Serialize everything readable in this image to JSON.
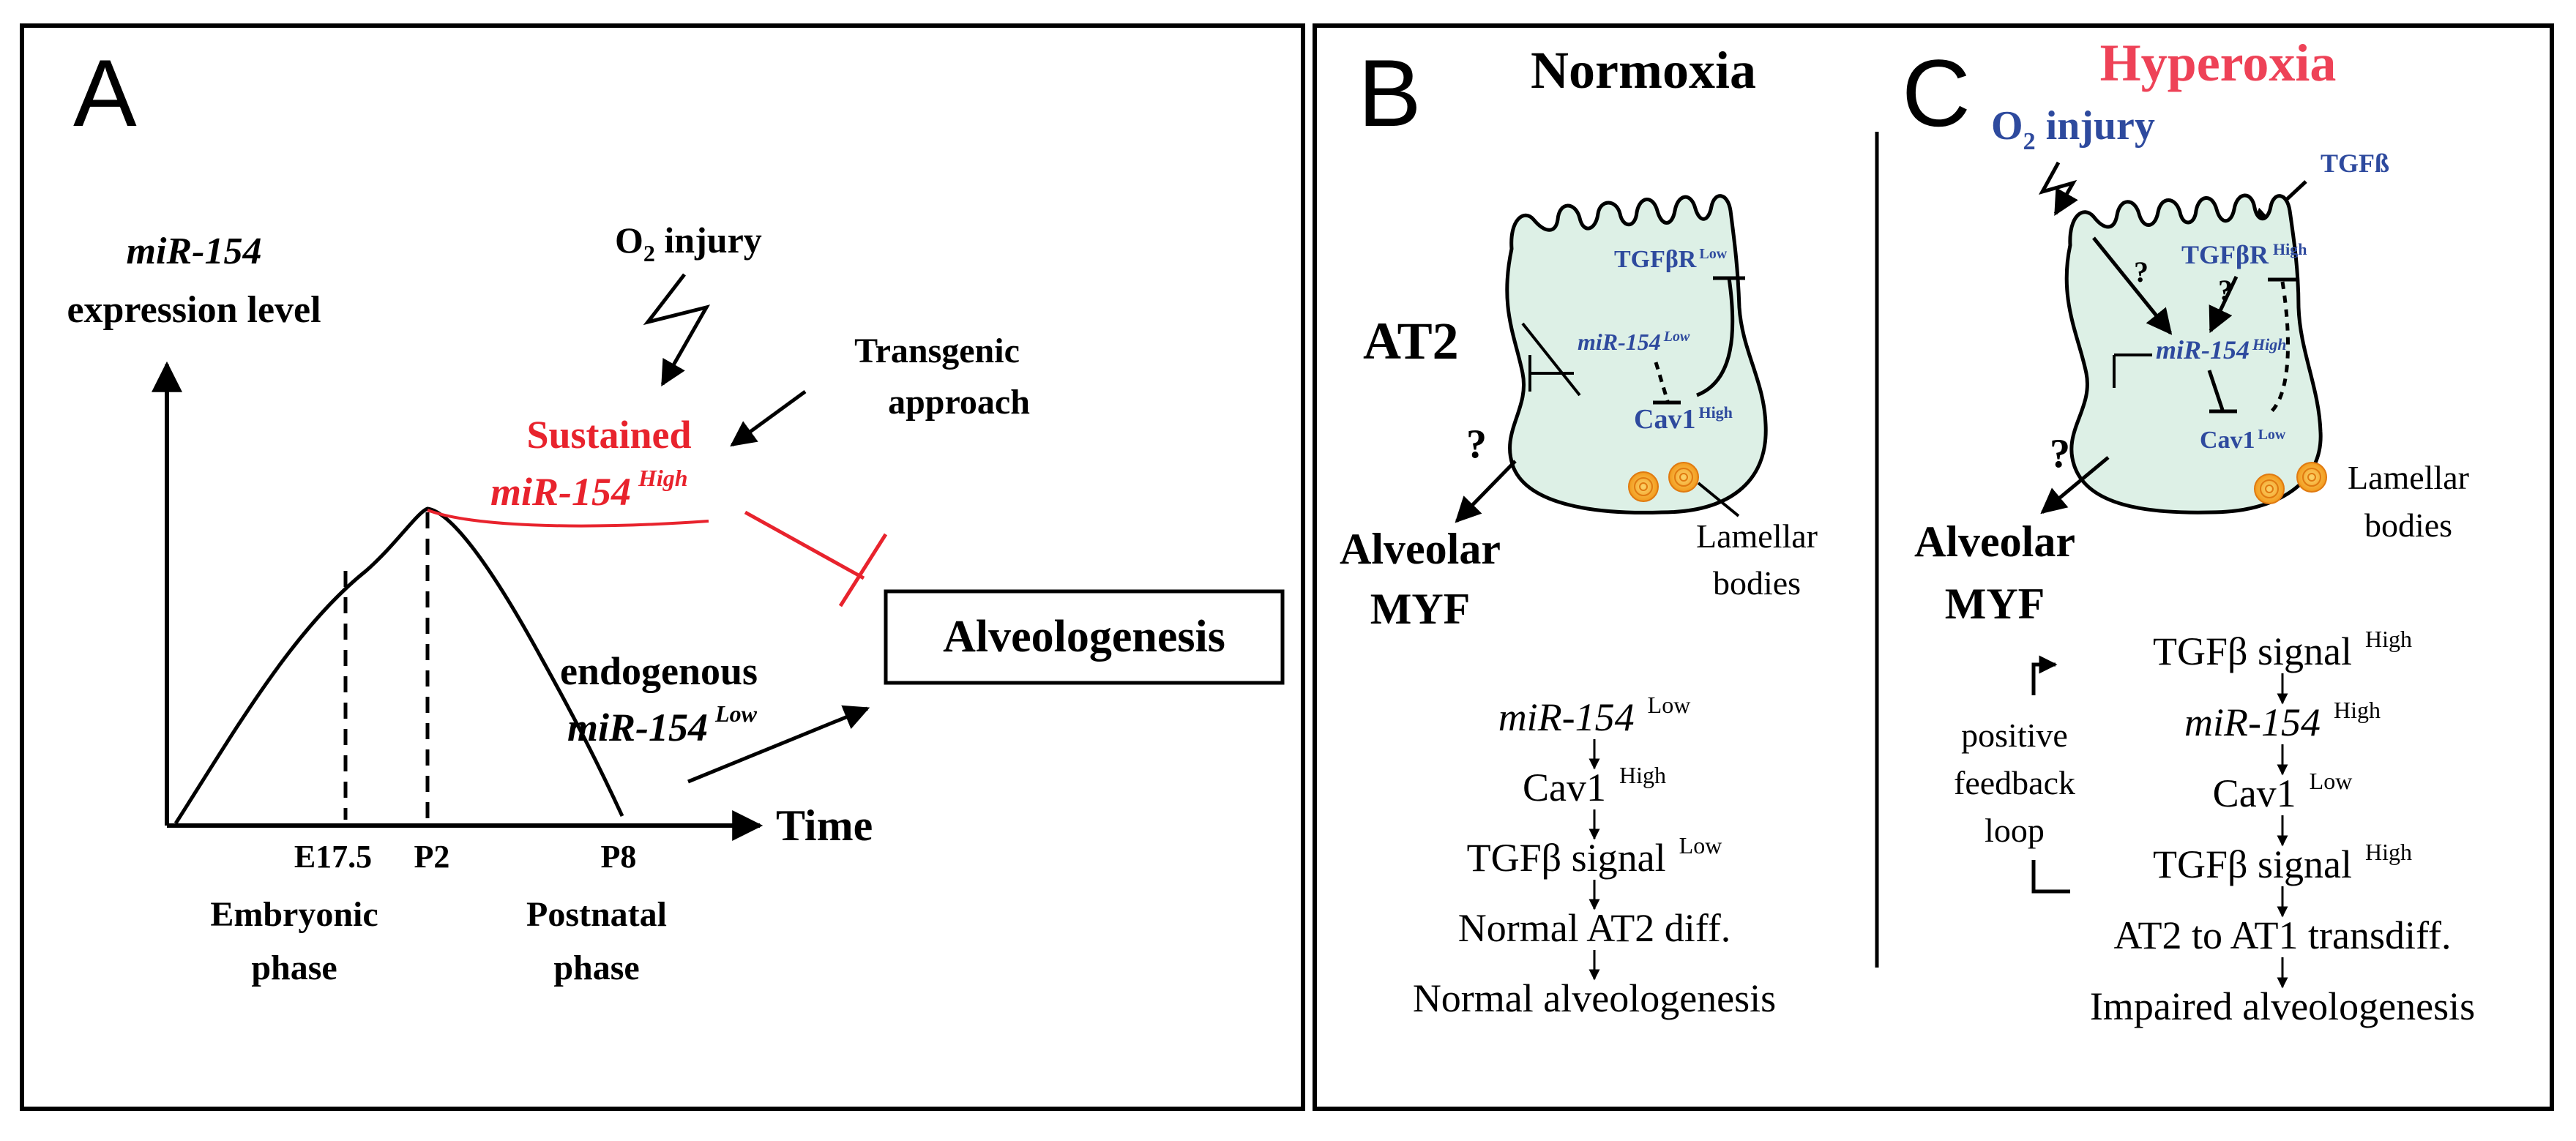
{
  "panel_a": {
    "letter": "A",
    "y_axis_title_line1": "miR-154",
    "y_axis_title_line2": "expression level",
    "x_axis_title": "Time",
    "tick_e175": "E17.5",
    "tick_p2": "P2",
    "tick_p8": "P8",
    "phase_embryonic_line1": "Embryonic",
    "phase_embryonic_line2": "phase",
    "phase_postnatal_line1": "Postnatal",
    "phase_postnatal_line2": "phase",
    "o2_o": "O",
    "o2_sub": "2",
    "o2_rest": " injury",
    "transgenic_line1": "Transgenic",
    "transgenic_line2": "approach",
    "sustained_line1": "Sustained",
    "sustained_mir": "miR-154",
    "sustained_sup": "High",
    "endogenous_line1": "endogenous",
    "endogenous_mir": "miR-154",
    "endogenous_sup": "Low",
    "alveologenesis": "Alveologenesis"
  },
  "panel_b": {
    "letter": "B",
    "title": "Normoxia",
    "at2": "AT2",
    "tgfbr": "TGFβR",
    "tgfbr_sup": "Low",
    "mir": "miR-154",
    "mir_sup": "Low",
    "cav1": "Cav1",
    "cav1_sup": "High",
    "question": "?",
    "myf_line1": "Alveolar",
    "myf_line2": "MYF",
    "lamellar_line1": "Lamellar",
    "lamellar_line2": "bodies",
    "cascade": [
      {
        "main": "miR-154",
        "sup": "Low",
        "italic": true
      },
      {
        "main": "Cav1",
        "sup": "High",
        "italic": false
      },
      {
        "main": "TGFβ signal",
        "sup": "Low",
        "italic": false
      },
      {
        "main": "Normal AT2 diff.",
        "sup": "",
        "italic": false
      },
      {
        "main": "Normal alveologenesis",
        "sup": "",
        "italic": false
      }
    ]
  },
  "panel_c": {
    "letter": "C",
    "title": "Hyperoxia",
    "o2_o": "O",
    "o2_sub": "2",
    "o2_rest": " injury",
    "tgfb": "TGFß",
    "tgfbr": "TGFβR",
    "tgfbr_sup": "High",
    "mir": "miR-154",
    "mir_sup": "High",
    "cav1": "Cav1",
    "cav1_sup": "Low",
    "question": "?",
    "myf_line1": "Alveolar",
    "myf_line2": "MYF",
    "lamellar_line1": "Lamellar",
    "lamellar_line2": "bodies",
    "feedback_line1": "positive",
    "feedback_line2": "feedback",
    "feedback_line3": "loop",
    "cascade": [
      {
        "main": "TGFβ signal",
        "sup": "High",
        "italic": false
      },
      {
        "main": "miR-154",
        "sup": "High",
        "italic": true
      },
      {
        "main": "Cav1",
        "sup": "Low",
        "italic": false
      },
      {
        "main": "TGFβ signal",
        "sup": "High",
        "italic": false
      },
      {
        "main": "AT2 to AT1 transdiff.",
        "sup": "",
        "italic": false
      },
      {
        "main": "Impaired alveologenesis",
        "sup": "",
        "italic": false
      }
    ]
  },
  "colors": {
    "red": "#e8232d",
    "blue": "#2e4a9e",
    "pink": "#ee4257",
    "cell_fill": "#ddf0e6",
    "orange": "#f29a1c"
  }
}
